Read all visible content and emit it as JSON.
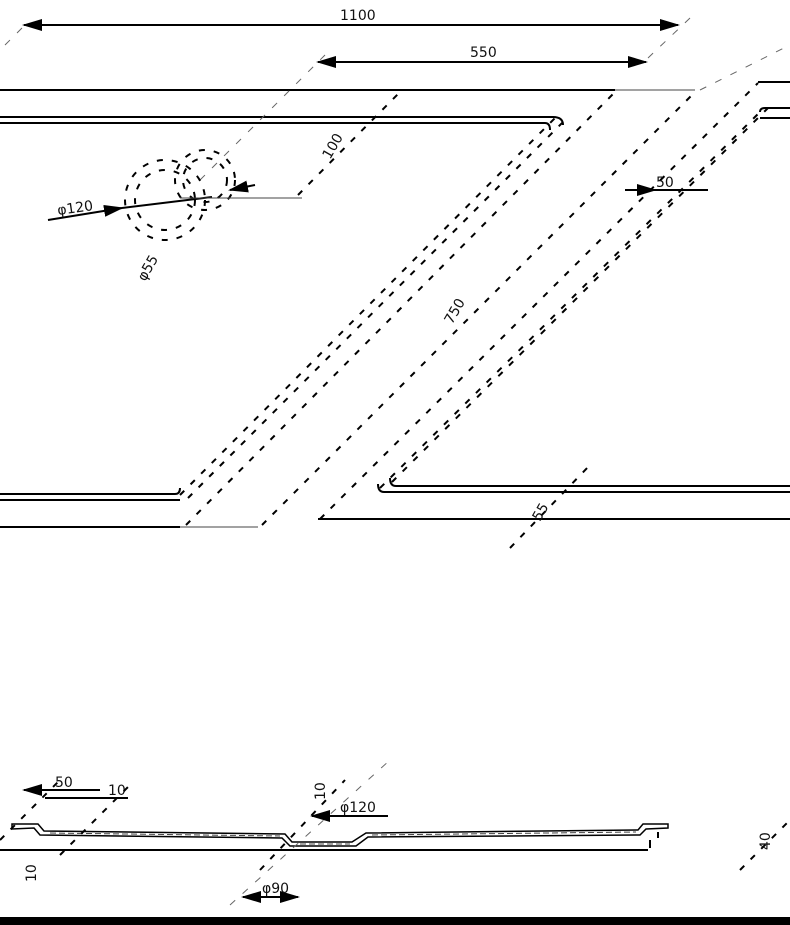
{
  "drawing": {
    "plan_view": {
      "overall_width": "1100",
      "bowl_width": "550",
      "rim_offset": "100",
      "drain_diameter": "φ120",
      "drain_inner_diameter": "φ55",
      "depth": "750",
      "side_rim": "50",
      "front_rim": "55"
    },
    "section_view": {
      "rim_width": "50",
      "rim_step": "10",
      "rim_thickness": "10",
      "drain_depth": "10",
      "drain_diameter": "φ120",
      "drain_bottom": "φ90",
      "edge_height": "40"
    }
  }
}
